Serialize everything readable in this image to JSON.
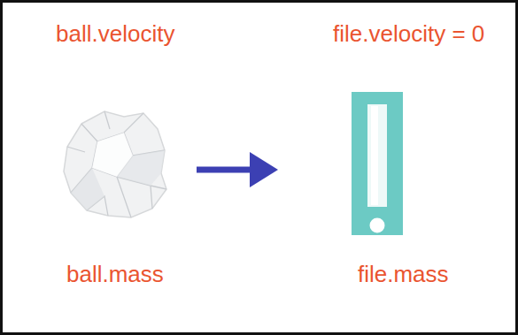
{
  "diagram": {
    "labels": [
      "ball.velocity",
      "file.velocity = 0",
      "ball.mass",
      "file.mass"
    ]
  }
}
